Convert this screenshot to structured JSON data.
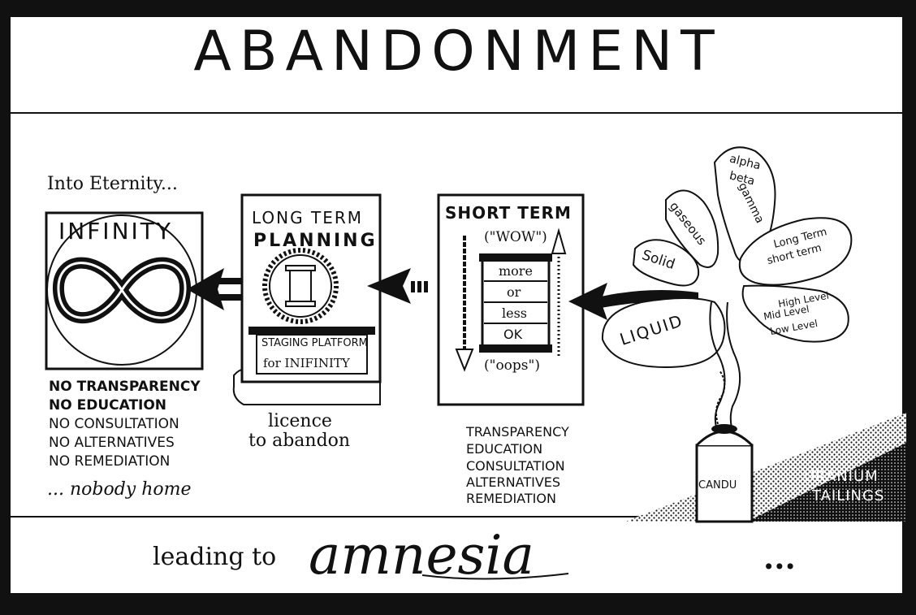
{
  "title": "ABANDONMENT",
  "infinity_panel": {
    "caption_top": "Into Eternity...",
    "box_label": "INFINITY",
    "list": [
      "NO TRANSPARENCY",
      "NO EDUCATION",
      "NO CONSULTATION",
      "NO ALTERNATIVES",
      "NO REMEDIATION"
    ],
    "tagline": "... nobody home"
  },
  "long_term_panel": {
    "heading_line1": "LONG TERM",
    "heading_line2": "PLANNING",
    "platform_line1": "STAGING PLATFORM",
    "platform_line2": "for INIFINITY",
    "caption_line1": "licence",
    "caption_line2": "to abandon"
  },
  "short_term_panel": {
    "heading": "SHORT TERM",
    "top_quote": "(\"WOW\")",
    "bottom_quote": "(\"oops\")",
    "scale": [
      "more",
      "or",
      "less",
      "OK"
    ],
    "list": [
      "TRANSPARENCY",
      "EDUCATION",
      "CONSULTATION",
      "ALTERNATIVES",
      "REMEDIATION"
    ]
  },
  "waste_flower": {
    "petals": {
      "solid": "Solid",
      "gaseous": "gaseous",
      "alpha_line1": "alpha",
      "alpha_line2": "beta",
      "alpha_line3": "gamma",
      "term_line1": "Long Term",
      "term_line2": "short term",
      "level_line1": "High Level",
      "level_line2": "Mid Level",
      "level_line3": "Low Level",
      "liquid": "LIQUID"
    },
    "reactor_label": "CANDU",
    "tailings_line1": "URANIUM",
    "tailings_line2": "TAILINGS"
  },
  "footer": {
    "prefix": "leading to",
    "word": "amnesia",
    "suffix": "..."
  }
}
